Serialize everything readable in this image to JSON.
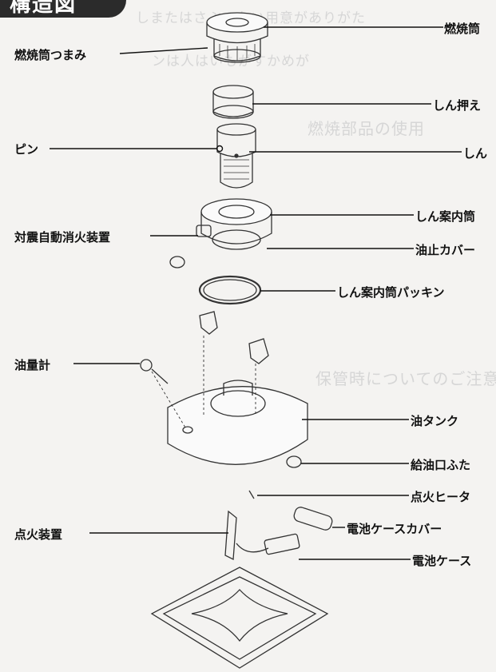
{
  "title": "構造図",
  "labels": {
    "combustion_tube": "燃焼筒",
    "combustion_tube_knob": "燃焼筒つまみ",
    "wick_holder": "しん押え",
    "pin": "ピン",
    "wick": "しん",
    "wick_guide_tube": "しん案内筒",
    "seismic_auto_extinguisher": "対震自動消火装置",
    "oil_stop_cover": "油止カバー",
    "wick_guide_tube_packing": "しん案内筒パッキン",
    "oil_gauge": "油量計",
    "oil_tank": "油タンク",
    "filler_cap": "給油口ふた",
    "ignition_heater": "点火ヒータ",
    "ignition_device": "点火装置",
    "battery_case_cover": "電池ケースカバー",
    "battery_case": "電池ケース"
  },
  "background_text": [
    "しまたはさぶのない用意がありがた",
    "ンは人はいもがすかめが",
    "燃焼部品の使用",
    "保管時についてのご注意"
  ]
}
